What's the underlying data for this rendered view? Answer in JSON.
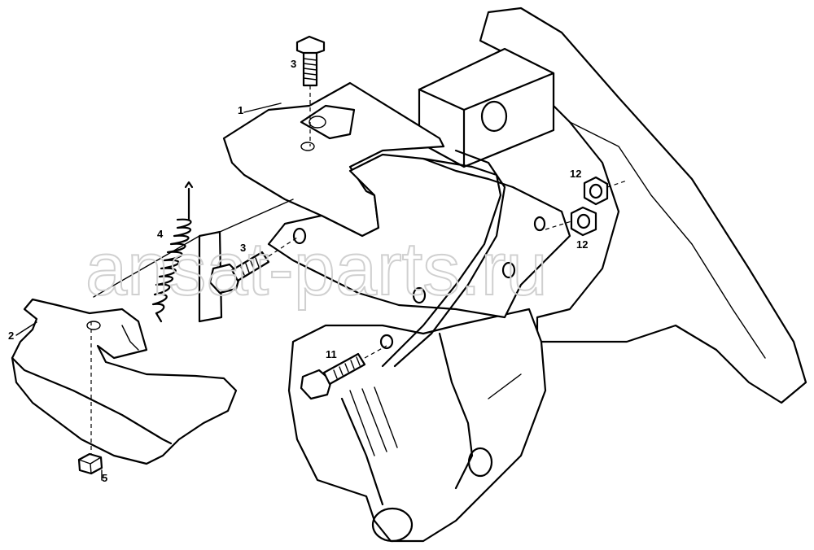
{
  "diagram": {
    "callouts": [
      {
        "id": "c1",
        "label": "1"
      },
      {
        "id": "c2",
        "label": "2"
      },
      {
        "id": "c3a",
        "label": "3"
      },
      {
        "id": "c3b",
        "label": "3"
      },
      {
        "id": "c4",
        "label": "4"
      },
      {
        "id": "c5",
        "label": "5"
      },
      {
        "id": "c11",
        "label": "11"
      },
      {
        "id": "c12a",
        "label": "12"
      },
      {
        "id": "c12b",
        "label": "12"
      }
    ],
    "watermark": "ansat-parts.ru"
  }
}
